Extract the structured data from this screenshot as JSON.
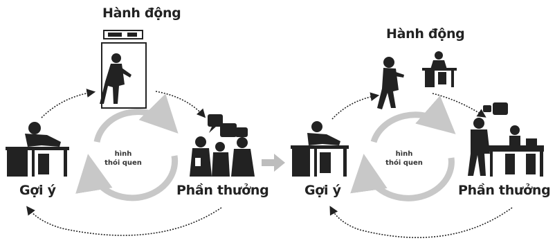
{
  "left_cycle": {
    "top_label": "Hành động",
    "left_label": "Gợi ý",
    "right_label": "Phần thưởng",
    "center_line1": "hình",
    "center_line2": "thói quen"
  },
  "right_cycle": {
    "top_label": "Hành động",
    "left_label": "Gợi ý",
    "right_label": "Phần thưởng",
    "center_line1": "hình",
    "center_line2": "thói quen"
  },
  "colors": {
    "ink": "#222222",
    "cycle_ring": "#c8c8c8",
    "transition_arrow": "#bdbdbd"
  }
}
